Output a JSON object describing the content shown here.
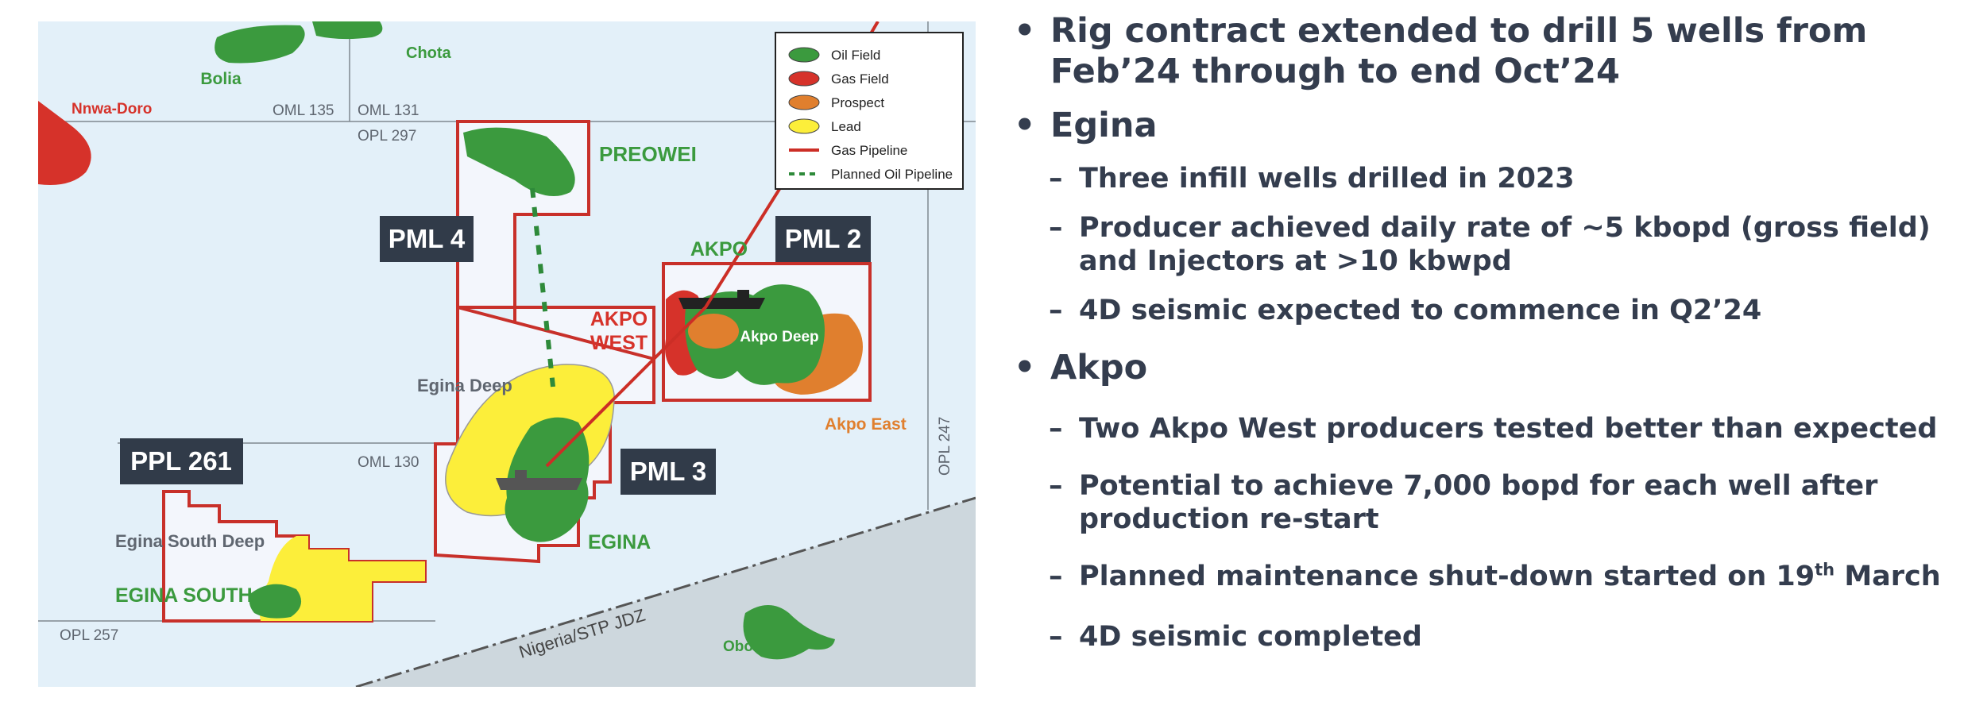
{
  "map": {
    "legend": [
      {
        "label": "Oil Field",
        "color": "#3b9a3e",
        "type": "ellipse"
      },
      {
        "label": "Gas Field",
        "color": "#d6322a",
        "type": "ellipse"
      },
      {
        "label": "Prospect",
        "color": "#e07f2e",
        "type": "ellipse"
      },
      {
        "label": "Lead",
        "color": "#fcee3a",
        "type": "ellipse"
      },
      {
        "label": "Gas Pipeline",
        "color": "#cc2e26",
        "type": "line"
      },
      {
        "label": "Planned Oil Pipeline",
        "color": "#2e8a3a",
        "type": "dashed"
      }
    ],
    "blocks": {
      "pml4": "PML 4",
      "pml2": "PML 2",
      "pml3": "PML 3",
      "ppl261": "PPL 261"
    },
    "fields": {
      "bolia": "Bolia",
      "chota": "Chota",
      "nnwa_doro": "Nnwa-Doro",
      "preowei": "PREOWEI",
      "akpo": "AKPO",
      "akpo_west_1": "AKPO",
      "akpo_west_2": "WEST",
      "akpo_deep": "Akpo Deep",
      "akpo_east": "Akpo East",
      "egina_deep": "Egina Deep",
      "egina": "EGINA",
      "egina_south_deep": "Egina South Deep",
      "egina_south": "EGINA SOUTH",
      "obo": "Obo"
    },
    "licences": {
      "oml135": "OML 135",
      "oml131": "OML 131",
      "opl297": "OPL 297",
      "oml130": "OML 130",
      "opl257": "OPL 257",
      "opl247": "OPL 247",
      "jdz": "Nigeria/STP JDZ"
    },
    "colors": {
      "sea": "#e3f0f9",
      "land": "#cdd7dd",
      "oil": "#3b9a3e",
      "gas": "#d6322a",
      "prospect": "#e07f2e",
      "lead": "#fcee3a",
      "block": "#c8302a",
      "label_bg": "#313b49"
    }
  },
  "bullets": {
    "rig": "Rig contract extended to drill 5 wells from Feb’24 through to end Oct’24",
    "egina": {
      "title": "Egina",
      "items": [
        "Three infill wells drilled in 2023",
        "Producer achieved daily rate of ~5 kbopd (gross field) and Injectors at >10 kbwpd",
        "4D seismic expected to commence in Q2’24"
      ]
    },
    "akpo": {
      "title": "Akpo",
      "items": [
        "Two Akpo West producers tested better than expected",
        "Potential to achieve 7,000 bopd for each well after production re-start"
      ],
      "maintenance_pre": "Planned maintenance shut-down started on 19",
      "maintenance_sup": "th",
      "maintenance_post": " March",
      "last": "4D seismic completed"
    },
    "bullet_char": "•",
    "dash_char": "–"
  }
}
